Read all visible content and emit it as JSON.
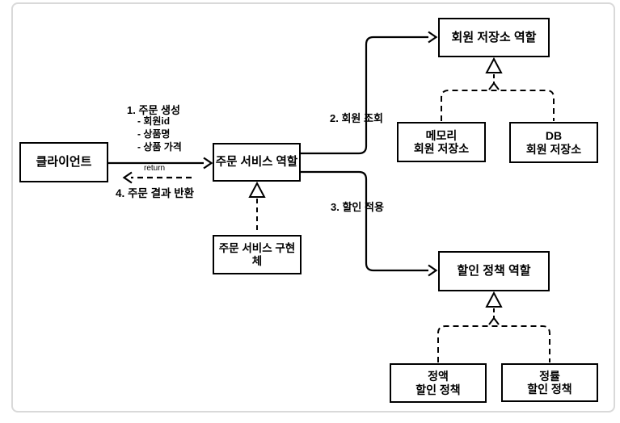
{
  "diagram": {
    "boxes": {
      "client": {
        "label": "클라이언트"
      },
      "order_service_role": {
        "label": "주문 서비스 역할"
      },
      "member_repo_role": {
        "label": "회원 저장소 역할"
      },
      "memory_member_repo": {
        "line1": "메모리",
        "line2": "회원 저장소"
      },
      "db_member_repo": {
        "line1": "DB",
        "line2": "회원 저장소"
      },
      "order_service_impl": {
        "label": "주문 서비스 구현체"
      },
      "discount_policy_role": {
        "label": "할인 정책 역할"
      },
      "fixed_discount_policy": {
        "line1": "정액",
        "line2": "할인 정책"
      },
      "rate_discount_policy": {
        "line1": "정률",
        "line2": "할인 정책"
      }
    },
    "labels": {
      "step1_title": "1. 주문 생성",
      "step1_items": "- 회원id\n- 상품명\n- 상품 가격",
      "step2": "2. 회원 조회",
      "step3": "3. 할인 적용",
      "step4": "4. 주문 결과 반환",
      "return_label": "return"
    },
    "colors": {
      "line": "#000000",
      "box_border": "#000000",
      "frame_border": "#d9d9d9",
      "background": "#ffffff"
    }
  }
}
